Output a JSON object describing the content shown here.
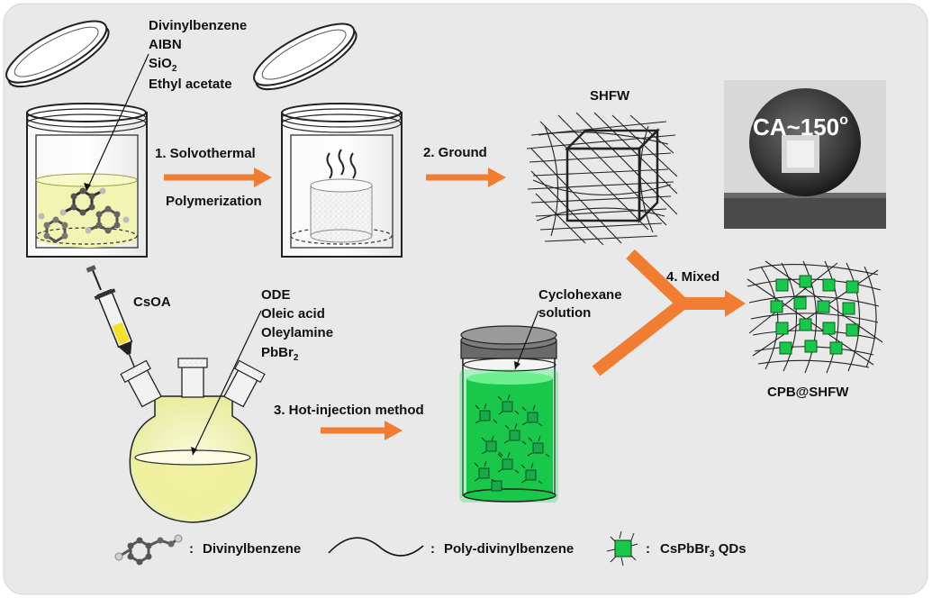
{
  "reagents_top": [
    "Divinylbenzene",
    "AIBN",
    "SiO",
    "Ethyl acetate"
  ],
  "reagents_top_subscript": "2",
  "reagents_bottom": [
    "ODE",
    "Oleic acid",
    "Oleylamine",
    "PbBr"
  ],
  "reagents_bottom_subscript": "2",
  "step1_label": "1. Solvothermal",
  "step1_label_line2": "Polymerization",
  "step2_label": "2. Ground",
  "step3_label": "3. Hot-injection method",
  "step4_label": "4. Mixed",
  "shfw_label": "SHFW",
  "contact_angle": "CA~150",
  "contact_angle_degree": "o",
  "csoa_label": "CsOA",
  "cyclohexane_label": "Cyclohexane",
  "cyclohexane_label_line2": "solution",
  "product_label": "CPB@SHFW",
  "legend": {
    "divinylbenzene": "Divinylbenzene",
    "polydivinylbenzene": "Poly-divinylbenzene",
    "qds_prefix": "CsPbBr",
    "qds_subscript": "3",
    "qds_suffix": " QDs",
    "separator": ":"
  },
  "colors": {
    "background": "#e9e9e9",
    "arrow": "#f07d32",
    "solution_yellow": "#f2f4b4",
    "qd_green": "#19c74a",
    "glow_green": "#2fe36a"
  }
}
